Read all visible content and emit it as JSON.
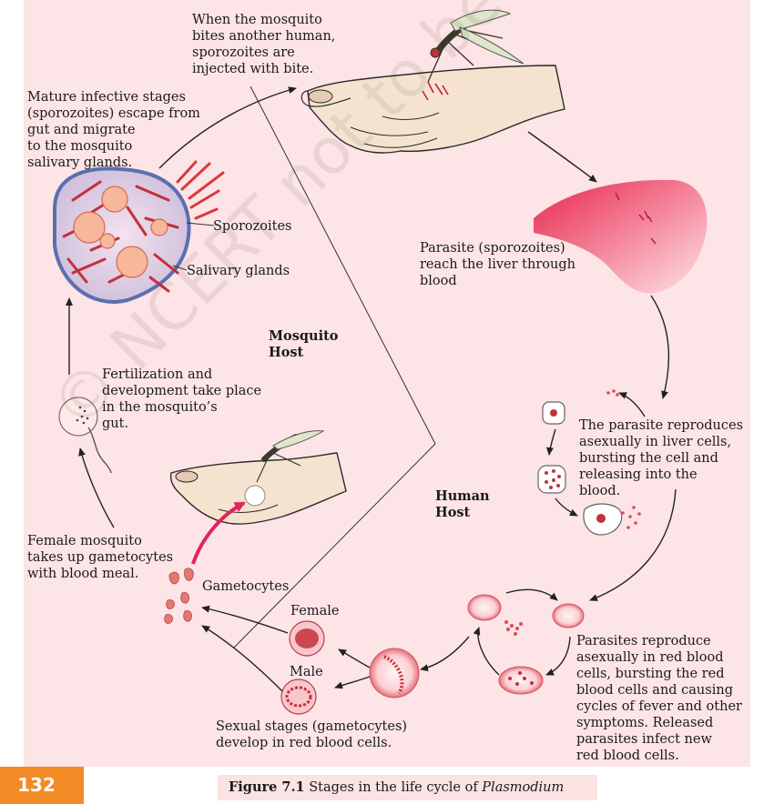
{
  "labels": {
    "bite_note": "When the mosquito\nbites another human,\nsporozoites are\ninjected with bite.",
    "mature_stages": "Mature infective stages\n(sporozoites) escape from\ngut and migrate\nto the mosquito\nsalivary glands.",
    "sporozoites": "Sporozoites",
    "salivary_glands": "Salivary glands",
    "liver_note": "Parasite (sporozoites)\nreach the liver through\nblood",
    "mosquito_host": "Mosquito\nHost",
    "human_host": "Human\nHost",
    "fertilization": "Fertilization and\ndevelopment take place\nin the mosquito’s\ngut.",
    "liver_reproduce": "The parasite reproduces\nasexually in liver cells,\nbursting the cell and\nreleasing into the\nblood.",
    "female_mosquito": "Female mosquito\ntakes up gametocytes\nwith blood meal.",
    "gametocytes": "Gametocytes",
    "female": "Female",
    "male": "Male",
    "rbc_reproduce": "Parasites reproduce\nasexually in red blood\ncells, bursting the red\nblood cells and causing\ncycles of fever and other\nsymptoms. Released\nparasites infect new\nred blood cells.",
    "sexual_stages": "Sexual stages (gametocytes)\ndevelop in red blood cells."
  },
  "page_number": "132",
  "caption": {
    "figure_label": "Figure 7.1",
    "text": " Stages in the life cycle of ",
    "organism": "Plasmodium"
  },
  "watermark": "© NCERT not to be republished",
  "colors": {
    "panel_bg": "#fde4e6",
    "page_tab": "#f28a26",
    "cell_red": "#c4303b",
    "liver": "#ef4a6a"
  }
}
